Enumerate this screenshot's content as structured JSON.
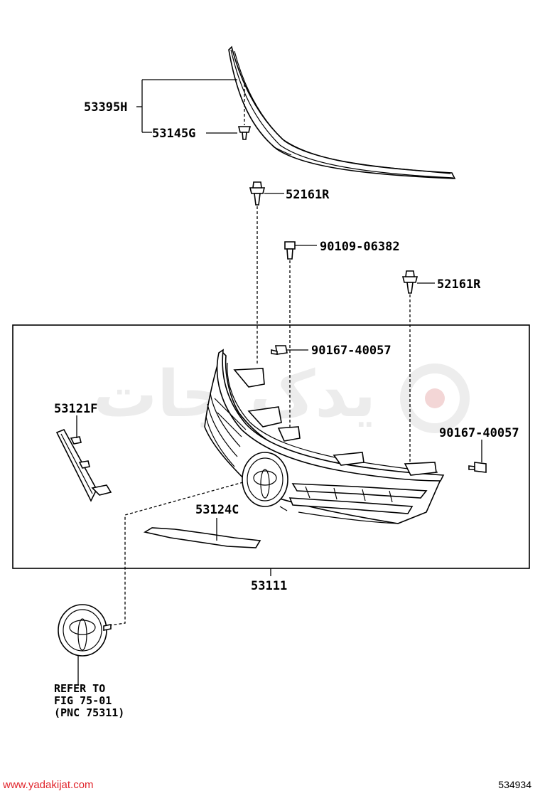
{
  "callouts": {
    "grille_assy": "53111",
    "molding_kit": "53395H",
    "clip_top": "53145G",
    "clip_upper": "52161R",
    "bolt_left": "90109-06382",
    "clip_right": "52161R",
    "screw_upper": "90167-40057",
    "screw_right": "90167-40057",
    "bracket_left": "53121F",
    "lower_molding": "53124C"
  },
  "reference": {
    "line1": "REFER TO",
    "line2": "FIG 75-01",
    "line3": "(PNC 75311)"
  },
  "footer": {
    "website": "www.yadakijat.com",
    "diagram_code": "534934"
  },
  "watermark": {
    "text": "یدک جات"
  },
  "colors": {
    "website": "#e0242b",
    "watermark": "#e6e6e6",
    "watermark_accent": "#f2c8c8"
  }
}
